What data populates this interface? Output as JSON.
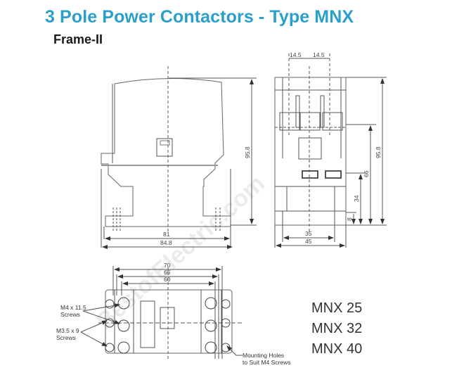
{
  "header": {
    "title": "3 Pole Power Contactors - Type MNX",
    "subtitle": "Frame-II",
    "title_color": "#2a9fcc"
  },
  "watermark": "BestofElectric.com",
  "front_view": {
    "dimensions": {
      "width_inner": "81",
      "width_outer": "84.8",
      "height": "95.8"
    }
  },
  "side_view": {
    "dimensions": {
      "pitch_1": "14.5",
      "pitch_2": "14.5",
      "height_total": "95.8",
      "height_66": "66",
      "height_34": "34",
      "height_8": "8",
      "width_inner": "35",
      "width_outer": "45"
    }
  },
  "top_view": {
    "dimensions": {
      "w70": "70",
      "w65": "65",
      "w60": "60"
    },
    "notes": {
      "m4": [
        "M4 x 11.5",
        "Screws"
      ],
      "m35": [
        "M3.5 x 9",
        "Screws"
      ],
      "mounting": [
        "Mounting Holes",
        "to Suit M4 Screws"
      ]
    }
  },
  "models": [
    "MNX 25",
    "MNX 32",
    "MNX 40"
  ]
}
